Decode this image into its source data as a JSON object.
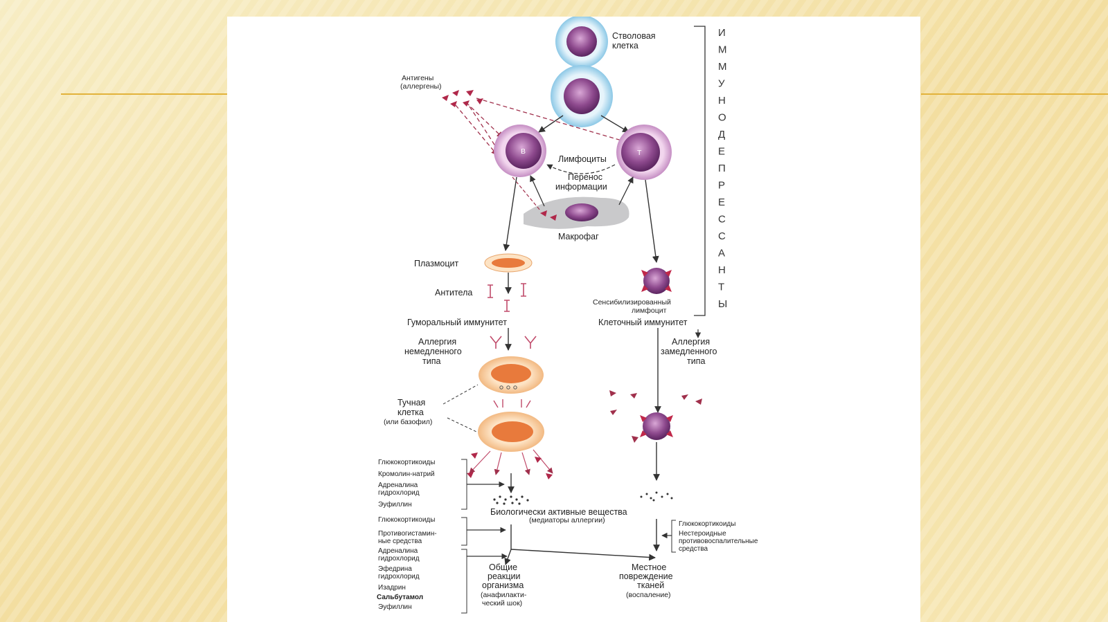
{
  "colors": {
    "slide_background": "#f6e9b6",
    "accent_line": "#e2b23a",
    "cell_purple": "#8e4a8e",
    "cell_light_blue": "#bfe1f2",
    "plasma_orange": "#e87a3c",
    "antigen_red": "#b0284a"
  },
  "diagram": {
    "stem_cell": "Стволовая клетка",
    "stem_cell_lines": [
      "Стволовая",
      "клетка"
    ],
    "antigens_lines": [
      "Антигены",
      "(аллергены)"
    ],
    "b_cell_letter": "B",
    "t_cell_letter": "T",
    "lymphocytes": "Лимфоциты",
    "info_transfer_lines": [
      "Перенос",
      "информации"
    ],
    "macrophage": "Макрофаг",
    "plasmocyte": "Плазмоцит",
    "antibodies": "Антитела",
    "sensitized_lines": [
      "Сенсибилизированный",
      "лимфоцит"
    ],
    "humoral_immunity": "Гуморальный иммунитет",
    "cellular_immunity": "Клеточный иммунитет",
    "immediate_allergy_lines": [
      "Аллергия",
      "немедленного",
      "типа"
    ],
    "delayed_allergy_lines": [
      "Аллергия",
      "замедленного",
      "типа"
    ],
    "mast_cell_lines": [
      "Тучная",
      "клетка",
      "(или базофил)"
    ],
    "immunosuppressants_letters": [
      "И",
      "М",
      "М",
      "У",
      "Н",
      "О",
      "Д",
      "Е",
      "П",
      "Р",
      "Е",
      "С",
      "С",
      "А",
      "Н",
      "Т",
      "Ы"
    ],
    "bio_active_lines": [
      "Биологически активные вещества",
      "(медиаторы аллергии)"
    ],
    "general_reactions_lines": [
      "Общие",
      "реакции",
      "организма",
      "(анафилакти-",
      "ческий шок)"
    ],
    "local_damage_lines": [
      "Местное",
      "повреждение",
      "тканей",
      "(воспаление)"
    ],
    "drugs_group1": [
      "Глюкокортикоиды",
      "Кромолин-натрий",
      "Адреналина",
      "гидрохлорид",
      "Эуфиллин"
    ],
    "drugs_group2": [
      "Глюкокортикоиды",
      "Противогистамин-",
      "ные средства"
    ],
    "drugs_group3": [
      "Адреналина",
      "гидрохлорид",
      "Эфедрина",
      "гидрохлорид",
      "Изадрин",
      "Сальбутамол",
      "Эуфиллин"
    ],
    "drugs_right": [
      "Глюкокортикоиды",
      "Нестероидные",
      "противовоспалительные",
      "средства"
    ]
  }
}
